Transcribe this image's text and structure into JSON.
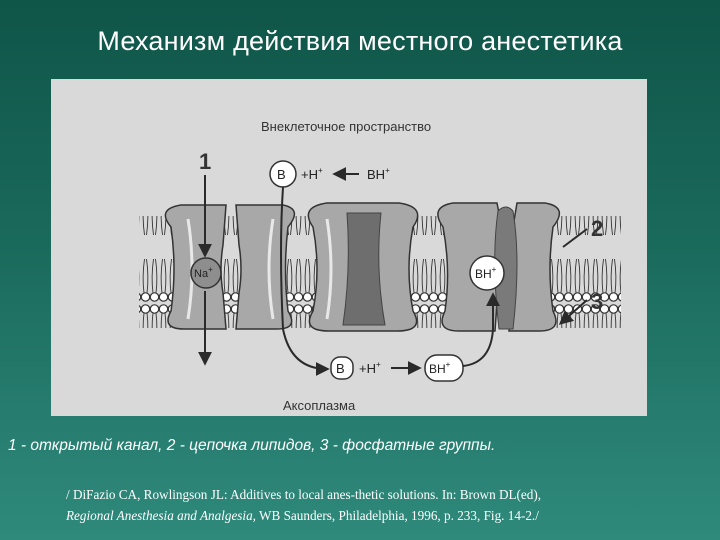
{
  "title": "Механизм действия местного анестетика",
  "diagram": {
    "extracellular_label": "Внеклеточное пространство",
    "axoplasm_label": "Аксоплазма",
    "num_1": "1",
    "num_2": "2",
    "num_3": "3",
    "na_label": "Na",
    "na_sup": "+",
    "b_label": "B",
    "bh_label": "BH",
    "bh_sup": "+",
    "h_label": "+H",
    "h_sup": "+"
  },
  "legend": "1 - открытый канал, 2 - цепочка липидов, 3 - фосфатные группы.",
  "citation": {
    "line1": "/ DiFazio CA, Rowlingson JL: Additives to local anes-thetic solutions. In: Brown DL(ed),",
    "line2_italic": "Regional Anesthesia and Analgesia,",
    "line2_rest": " WB Saunders, Philadelphia, 1996, p. 233, Fig. 14-2./"
  }
}
